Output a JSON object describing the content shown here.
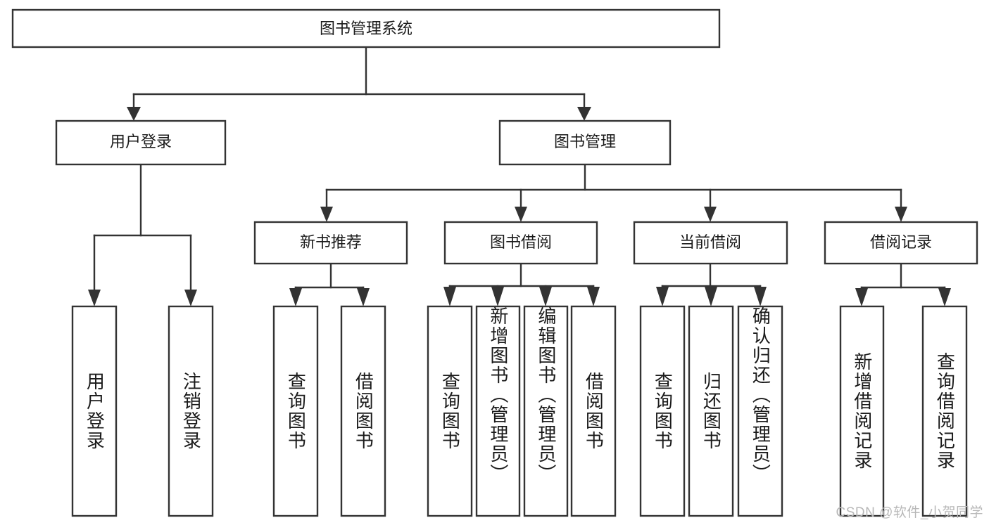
{
  "diagram": {
    "type": "tree-hierarchy",
    "title": "图书管理系统",
    "orientation": "top-down",
    "colors": {
      "box_stroke": "#333333",
      "box_fill": "#ffffff",
      "text": "#1a1a1a",
      "watermark": "#b8b8b8",
      "background": "#ffffff"
    },
    "root": {
      "label": "图书管理系统"
    },
    "level2": [
      {
        "id": "user-login",
        "label": "用户登录"
      },
      {
        "id": "book-management",
        "label": "图书管理"
      }
    ],
    "level3": [
      {
        "id": "new-book-recommend",
        "label": "新书推荐",
        "parent": "book-management"
      },
      {
        "id": "book-borrow",
        "label": "图书借阅",
        "parent": "book-management"
      },
      {
        "id": "current-borrow",
        "label": "当前借阅",
        "parent": "book-management"
      },
      {
        "id": "borrow-record",
        "label": "借阅记录",
        "parent": "book-management"
      }
    ],
    "leaves": {
      "user-login": [
        {
          "id": "leaf-user-login",
          "label": "用户登录"
        },
        {
          "id": "leaf-user-logout",
          "label": "注销登录"
        }
      ],
      "new-book-recommend": [
        {
          "id": "leaf-query-book-1",
          "label": "查询图书"
        },
        {
          "id": "leaf-borrow-book-1",
          "label": "借阅图书"
        }
      ],
      "book-borrow": [
        {
          "id": "leaf-query-book-2",
          "label": "查询图书"
        },
        {
          "id": "leaf-add-book",
          "label": "新增图书（管理员）"
        },
        {
          "id": "leaf-edit-book",
          "label": "编辑图书（管理员）"
        },
        {
          "id": "leaf-borrow-book-2",
          "label": "借阅图书"
        }
      ],
      "current-borrow": [
        {
          "id": "leaf-query-book-3",
          "label": "查询图书"
        },
        {
          "id": "leaf-return-book",
          "label": "归还图书"
        },
        {
          "id": "leaf-confirm-return",
          "label": "确认归还（管理员）"
        }
      ],
      "borrow-record": [
        {
          "id": "leaf-add-record",
          "label": "新增借阅记录"
        },
        {
          "id": "leaf-query-record",
          "label": "查询借阅记录"
        }
      ]
    }
  },
  "watermark": {
    "text": "CSDN @软件_小贺同学"
  }
}
